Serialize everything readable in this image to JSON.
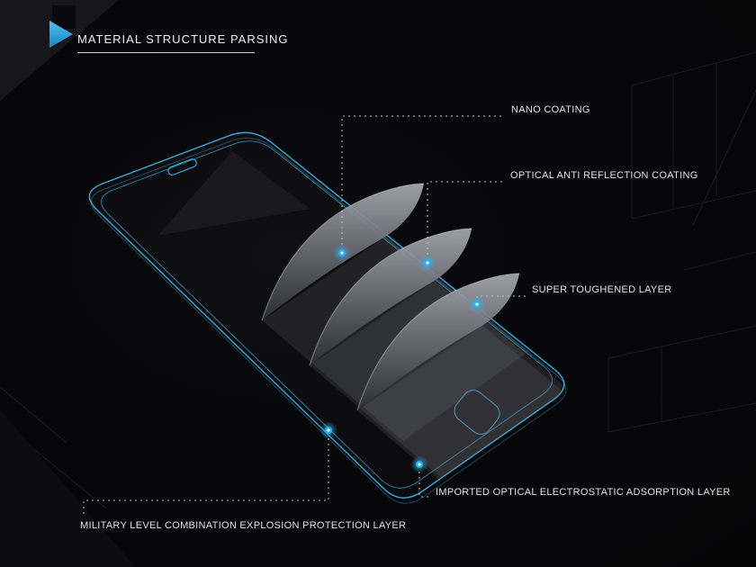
{
  "header": {
    "title": "MATERIAL STRUCTURE PARSING",
    "logo_icon": "logo-triangle-icon"
  },
  "diagram": {
    "labels": [
      {
        "id": "nano-coating",
        "text": "NANO COATING"
      },
      {
        "id": "optical-anti-reflection-coating",
        "text": "OPTICAL ANTI REFLECTION COATING"
      },
      {
        "id": "super-toughened-layer",
        "text": "SUPER TOUGHENED LAYER"
      },
      {
        "id": "imported-optical-electrostatic-adsorption-layer",
        "text": "IMPORTED OPTICAL ELECTROSTATIC ADSORPTION LAYER"
      },
      {
        "id": "military-level-combination-explosion-protection-layer",
        "text": "MILITARY LEVEL COMBINATION EXPLOSION PROTECTION LAYER"
      }
    ],
    "colors": {
      "accent_cyan": "#3AB4E8",
      "marker_glow": "#2CB0E8",
      "label_text": "#E2E2E2",
      "background": "#07070A",
      "layer_gray": "#6F6F78"
    }
  }
}
